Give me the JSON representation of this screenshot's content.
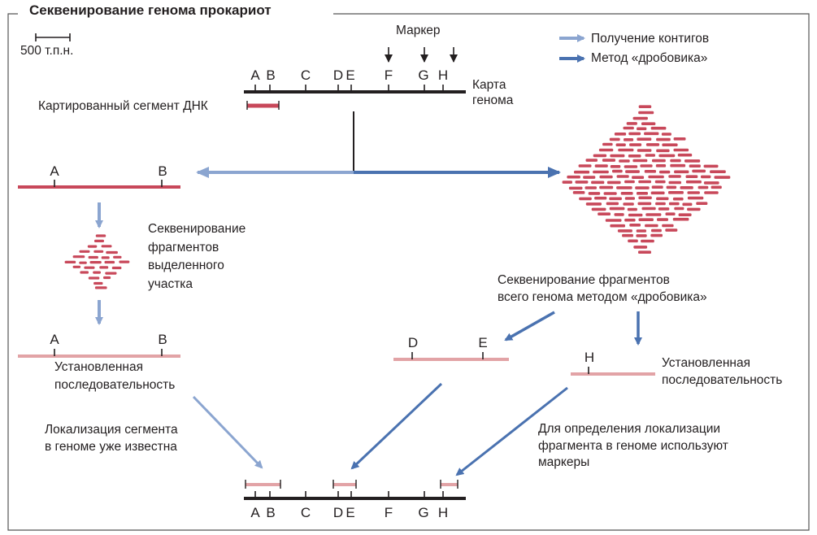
{
  "title": "Секвенирование генома прокариот",
  "scale_bar": {
    "label": "500 т.п.н."
  },
  "marker_label": "Маркер",
  "legend": {
    "items": [
      {
        "label": "Получение контигов",
        "color": "#8ba5d0"
      },
      {
        "label": "Метод «дробовика»",
        "color": "#4a72b0"
      }
    ]
  },
  "genome_map": {
    "label": "Карта\nгенома",
    "sites": [
      "A",
      "B",
      "C",
      "D",
      "E",
      "F",
      "G",
      "H"
    ]
  },
  "mapped_segment_label": "Картированный сегмент ДНК",
  "left_branch": {
    "top_labels": [
      "A",
      "B"
    ],
    "sequencing_label": "Секвенирование\nфрагментов\nвыделенного\nучастка",
    "result_labels": [
      "A",
      "B"
    ],
    "result_caption": "Установленная\nпоследовательность",
    "localization_note": "Локализация сегмента\nв геноме уже известна"
  },
  "right_branch": {
    "shotgun_label": "Секвенирование фрагментов\nвсего генома методом «дробовика»",
    "contig_de_labels": [
      "D",
      "E"
    ],
    "contig_h_label": "H",
    "result_caption": "Установленная\nпоследовательность",
    "marker_note": "Для определения локализации\nфрагмента в геноме используют\nмаркеры"
  },
  "bottom_map": {
    "sites": [
      "A",
      "B",
      "C",
      "D",
      "E",
      "F",
      "G",
      "H"
    ]
  },
  "colors": {
    "fragment_red": "#c8485a",
    "contig_pink": "#e2a3a6",
    "arrow_light": "#8ba5d0",
    "arrow_dark": "#4a72b0",
    "line_black": "#231f20",
    "frame_grey": "#555555"
  }
}
